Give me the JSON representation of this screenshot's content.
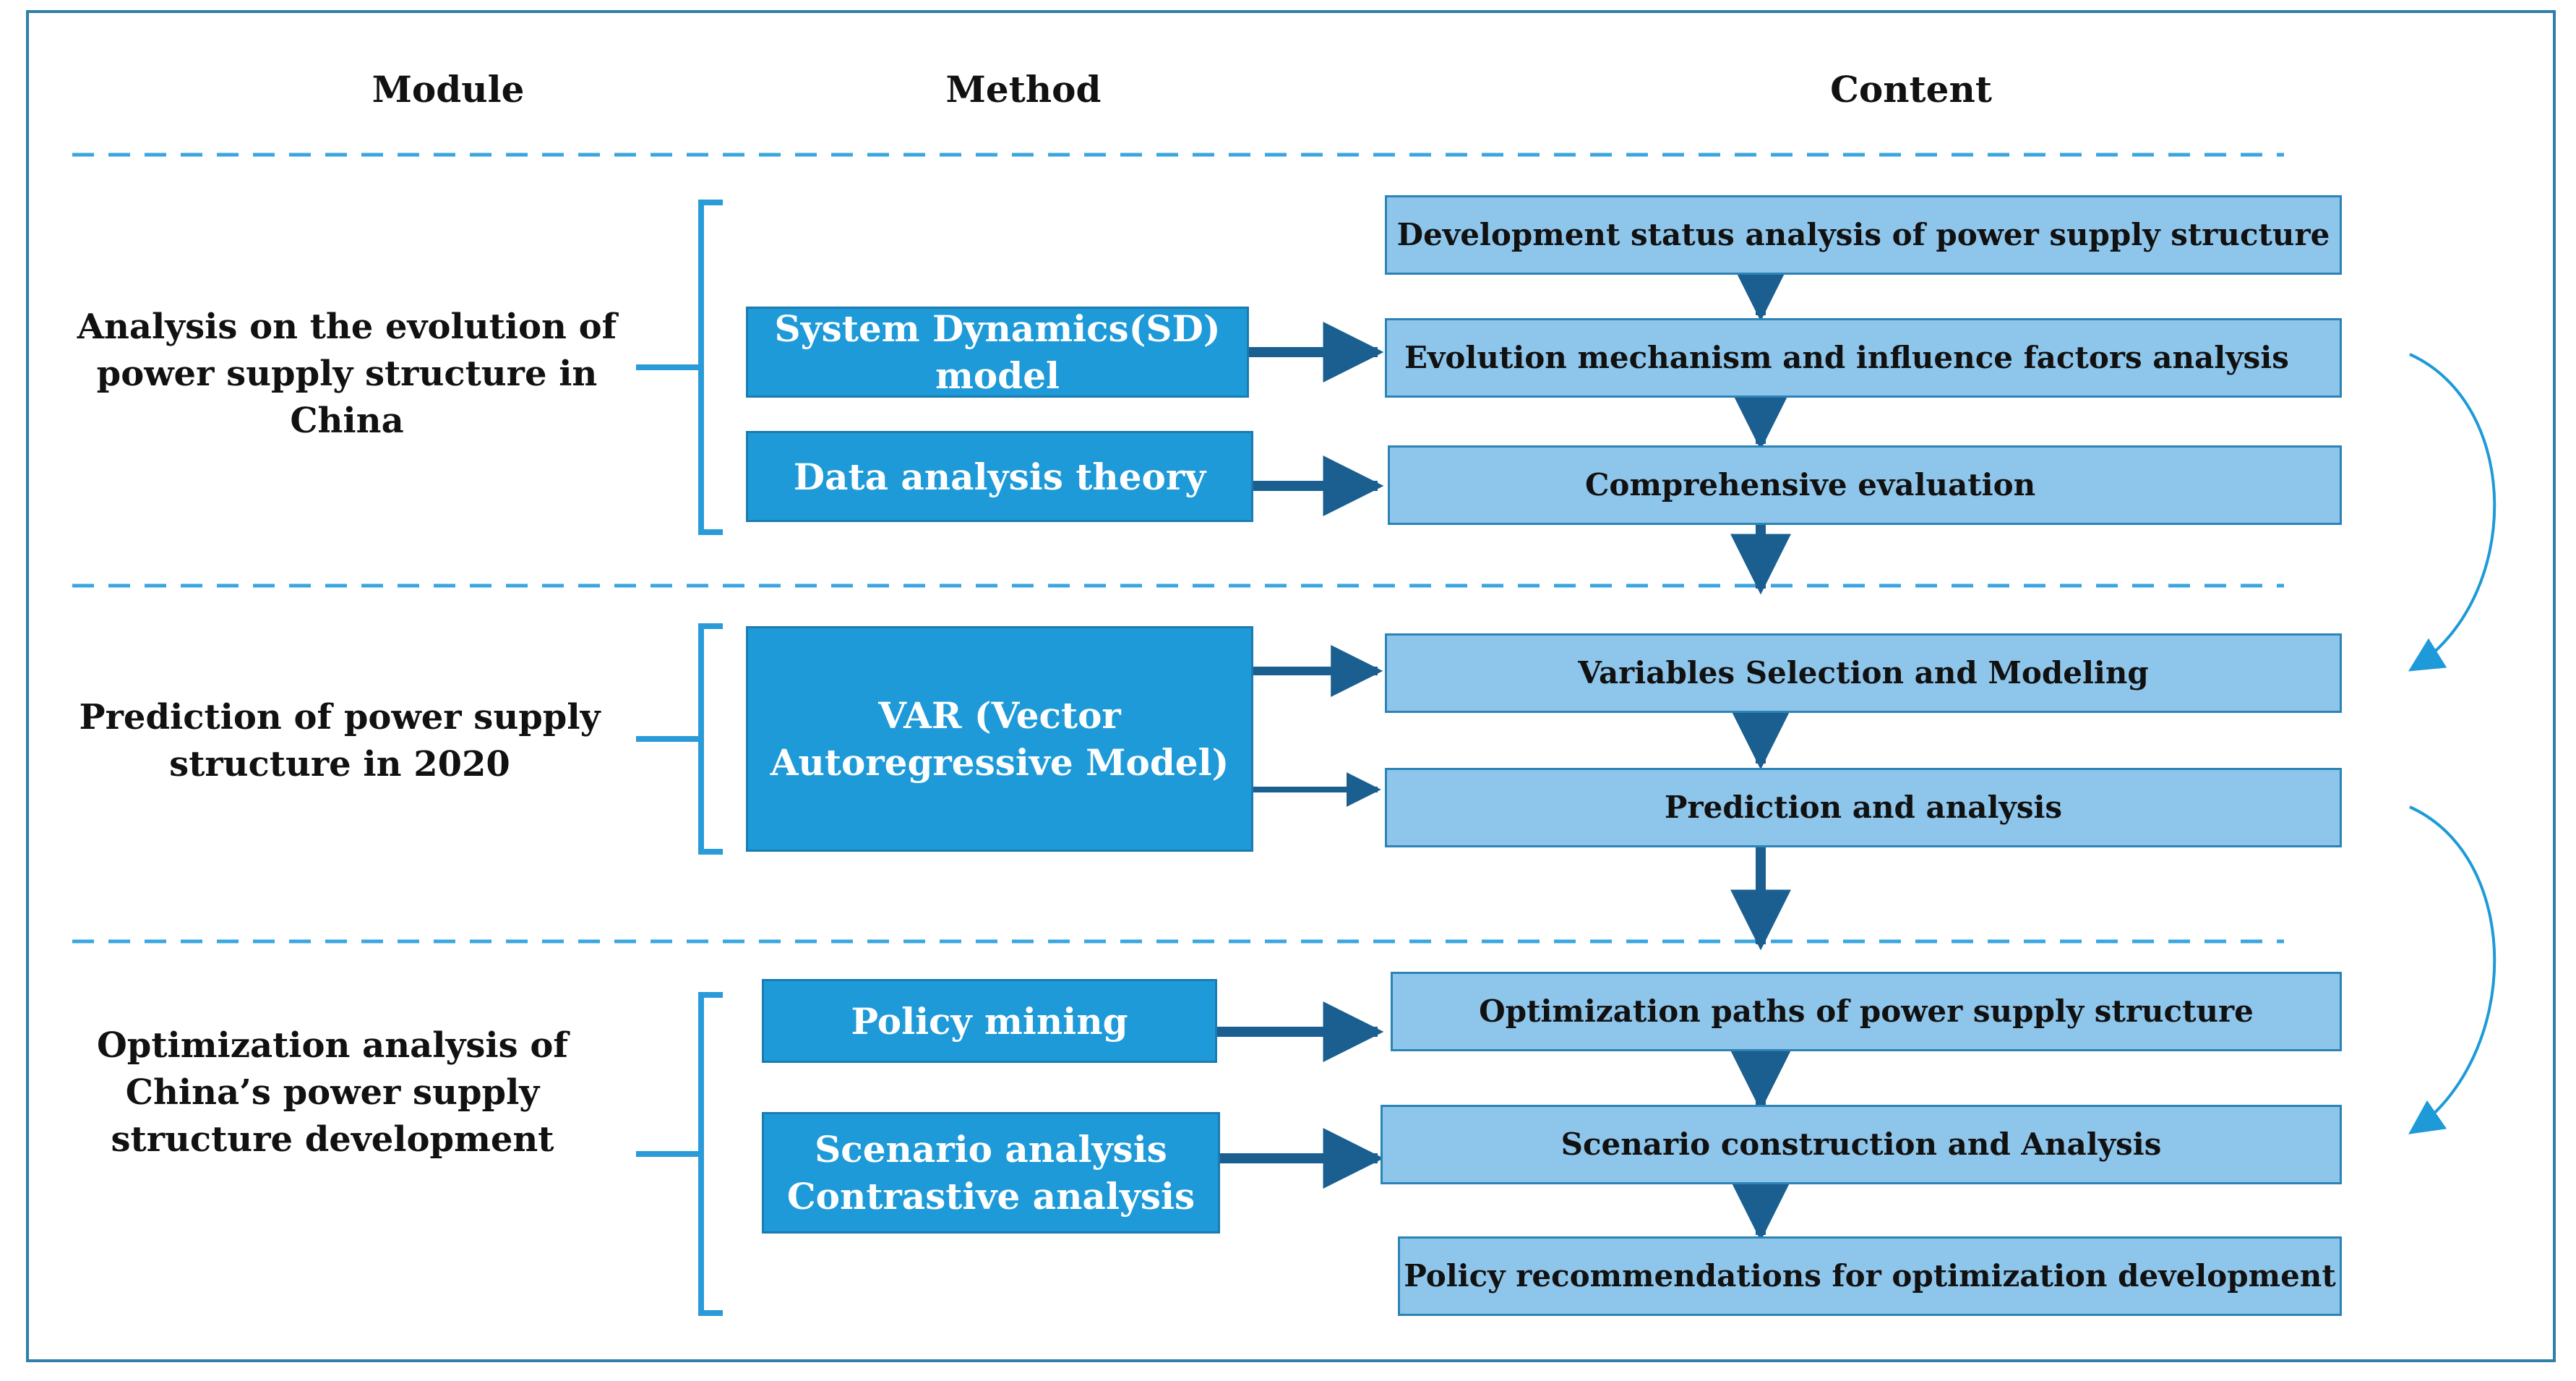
{
  "headers": {
    "module": "Module",
    "method": "Method",
    "content": "Content"
  },
  "modules": [
    {
      "label": "Analysis on the evolution of power supply structure in China"
    },
    {
      "label": "Prediction of power supply structure in 2020"
    },
    {
      "label": "Optimization analysis of China’s power supply structure development"
    }
  ],
  "methods": [
    {
      "label": "System Dynamics(SD) model"
    },
    {
      "label": "Data analysis theory"
    },
    {
      "label": "VAR (Vector Autoregressive Model)"
    },
    {
      "label": "Policy mining"
    },
    {
      "label": "Scenario analysis Contrastive analysis"
    }
  ],
  "contents": [
    {
      "label": "Development status analysis of power supply structure"
    },
    {
      "label": "Evolution mechanism and influence factors analysis"
    },
    {
      "label": "Comprehensive evaluation"
    },
    {
      "label": "Variables Selection and Modeling"
    },
    {
      "label": "Prediction and analysis"
    },
    {
      "label": "Optimization paths of power supply structure"
    },
    {
      "label": "Scenario construction and Analysis"
    },
    {
      "label": "Policy recommendations for optimization development"
    }
  ],
  "colors": {
    "method_fill": "#1e9ad8",
    "content_fill": "#8ec5ea",
    "arrow": "#1a5f8f",
    "bracket": "#2a9bd8",
    "divider": "#3aa6e0",
    "frame": "#2f7fa8"
  }
}
